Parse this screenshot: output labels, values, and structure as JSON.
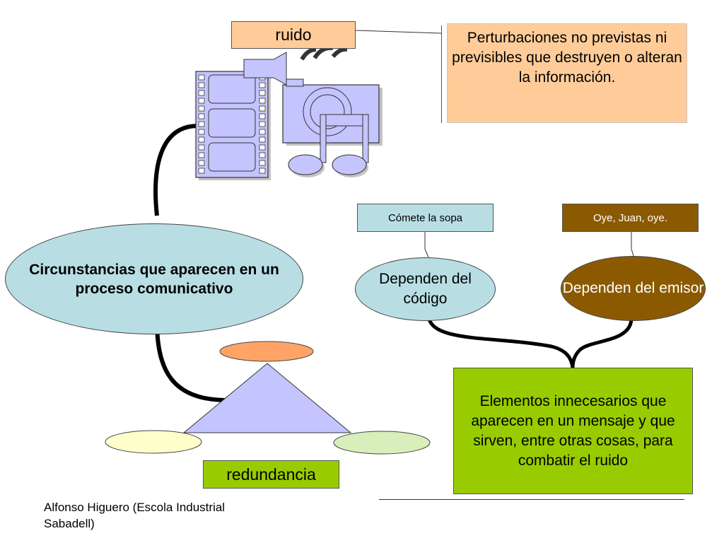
{
  "diagram": {
    "noise_label": "ruido",
    "noise_definition": "Perturbaciones no previstas ni previsibles que destruyen o alteran la información.",
    "central_node": "Circunstancias que aparecen en un proceso comunicativo",
    "code_example": "Cómete la sopa",
    "sender_example": "Oye, Juan, oye.",
    "depends_code": "Dependen del código",
    "depends_sender": "Dependen del emisor",
    "redundancy_definition": "Elementos innecesarios que aparecen en un mensaje y que sirven, entre otras cosas, para combatir el ruido",
    "redundancy_label": "redundancia"
  },
  "footer": {
    "author": "Alfonso Higuero (Escola Industrial Sabadell)"
  },
  "colors": {
    "peach": "#ffcc99",
    "light_blue": "#b8dee4",
    "brown": "#8b5a00",
    "green": "#99cc00",
    "lavender": "#c4c4ff"
  },
  "icons": [
    "film-strip-icon",
    "camera-icon",
    "music-note-icon"
  ]
}
